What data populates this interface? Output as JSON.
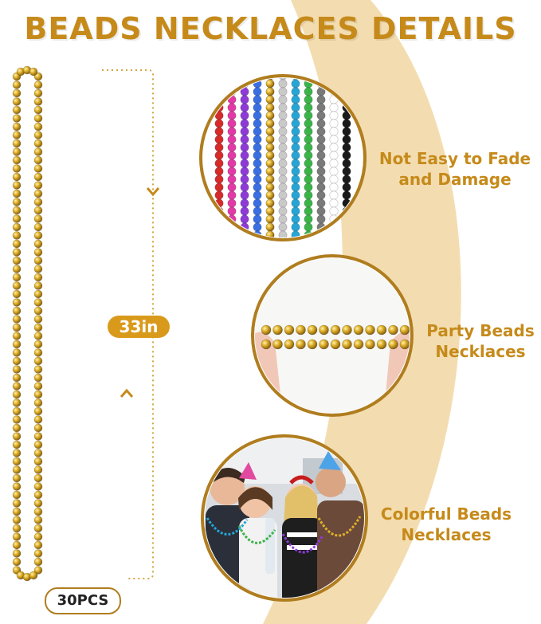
{
  "header": {
    "title": "BEADS NECKLACES DETAILS"
  },
  "measurement": {
    "length": "33in",
    "count": "30PCS"
  },
  "features": [
    {
      "label": "Not Easy to Fade\nand Damage"
    },
    {
      "label": "Party Beads\nNecklaces"
    },
    {
      "label": "Colorful Beads\nNecklaces"
    }
  ],
  "colors": {
    "accent": "#c68a1a",
    "gold_bead": "#e0b12a",
    "arc_band": "#f3ddb0",
    "circle_ring": "#b07d1f"
  },
  "bead_strand_colors": [
    "#d62b2b",
    "#e23aa5",
    "#8e3bd6",
    "#3a6fe2",
    "#e0b12a",
    "#c9c9c9",
    "#26a5d4",
    "#3cb34a",
    "#7a7a7a",
    "#ffffff",
    "#1a1a1a"
  ]
}
